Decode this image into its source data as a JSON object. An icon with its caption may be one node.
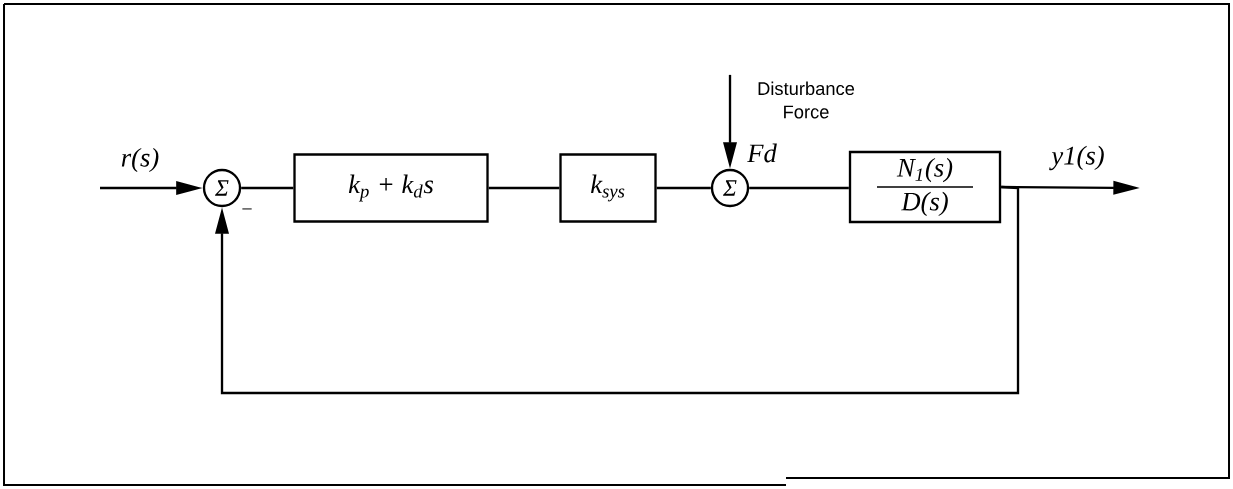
{
  "diagram": {
    "nodes": [
      {
        "text": [
          "Σ"
        ]
      },
      {
        "text": [
          "k$_{p}$ + k$_{d}$s"
        ]
      },
      {
        "text": [
          "k$_{sys}$"
        ]
      },
      {
        "text": [
          "Σ"
        ]
      },
      {
        "text": [
          "N$_{1}$(s)",
          "D(s)"
        ]
      },
      {
        "text": [
          "Disturbance Force"
        ]
      }
    ],
    "edges": [
      {
        "from": null,
        "to": 0,
        "arrow": "to",
        "label": "r(s)"
      },
      {
        "from": 0,
        "to": 1,
        "arrow": "none"
      },
      {
        "from": 1,
        "to": 2,
        "arrow": "none"
      },
      {
        "from": 2,
        "to": 3,
        "arrow": "none"
      },
      {
        "from": 3,
        "to": 4,
        "arrow": "none"
      },
      {
        "from": 5,
        "to": 3,
        "arrow": "to",
        "label": "Fd"
      },
      {
        "from": 4,
        "to": null,
        "arrow": "to",
        "label": "y1(s)"
      },
      {
        "from": 4,
        "to": 0,
        "arrow": "to"
      }
    ],
    "labels": [
      "−"
    ]
  }
}
